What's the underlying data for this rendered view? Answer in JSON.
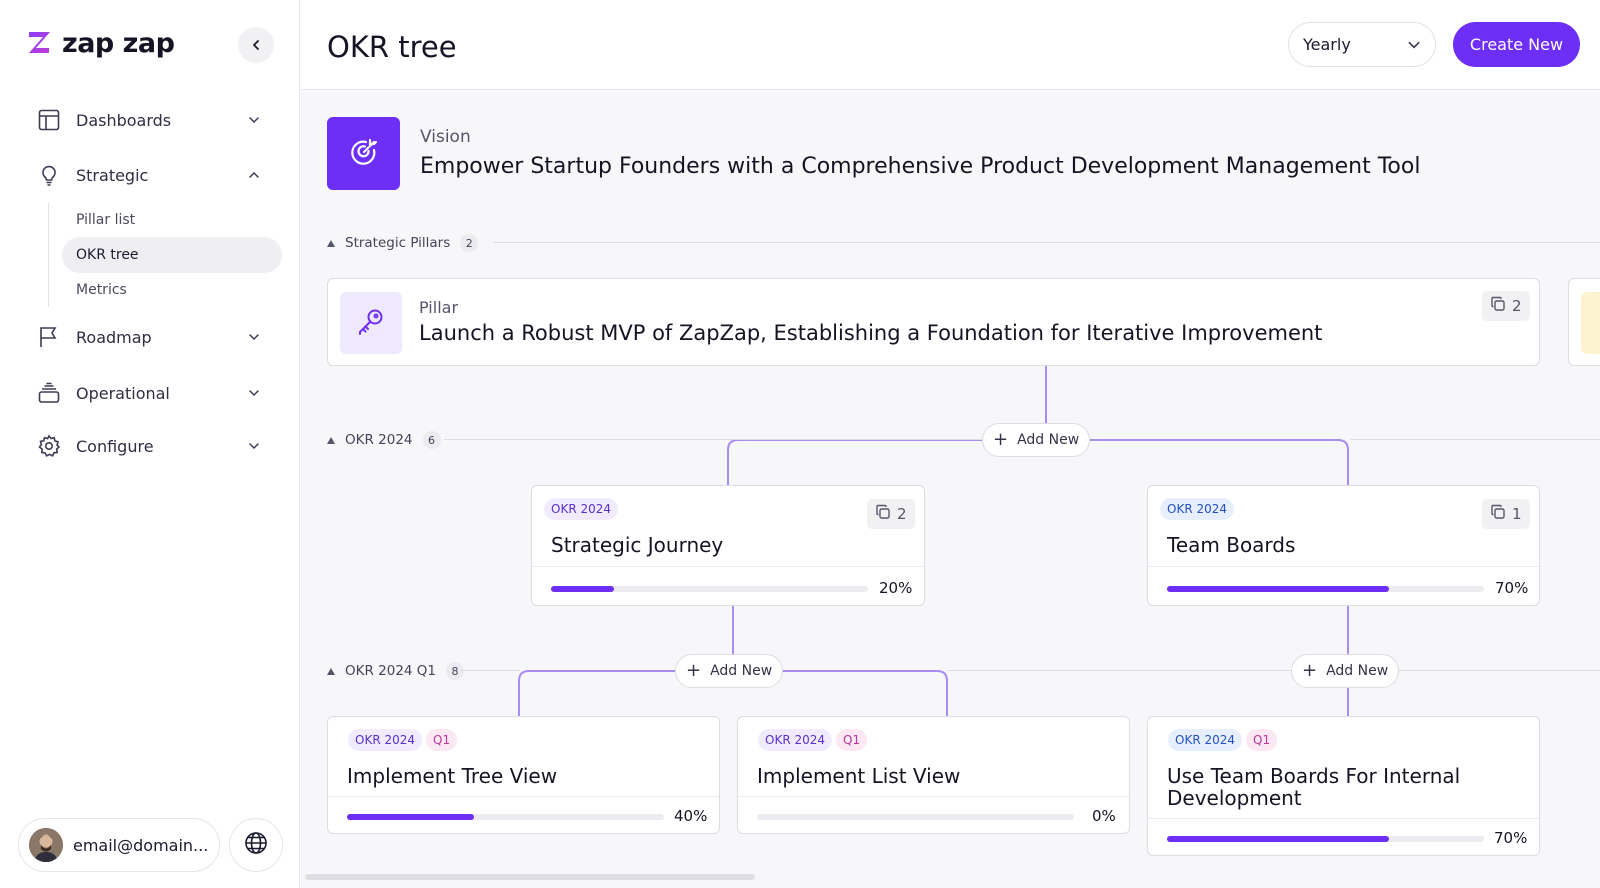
{
  "app": {
    "name": "zap zap"
  },
  "sidebar": {
    "nav": [
      {
        "label": "Dashboards"
      },
      {
        "label": "Strategic"
      },
      {
        "label": "Roadmap"
      },
      {
        "label": "Operational"
      },
      {
        "label": "Configure"
      }
    ],
    "strategic_sub": [
      {
        "label": "Pillar list"
      },
      {
        "label": "OKR tree",
        "active": true
      },
      {
        "label": "Metrics"
      }
    ],
    "user_email": "email@domain..."
  },
  "header": {
    "title": "OKR tree",
    "period_select": "Yearly",
    "create_label": "Create New"
  },
  "vision": {
    "label": "Vision",
    "title": "Empower Startup Founders with a Comprehensive Product Development Management Tool"
  },
  "sections": {
    "pillars": {
      "label": "Strategic Pillars",
      "count": "2"
    },
    "okr2024": {
      "label": "OKR 2024",
      "count": "6"
    },
    "okr2024q1": {
      "label": "OKR 2024 Q1",
      "count": "8"
    }
  },
  "pillar": {
    "label": "Pillar",
    "title": "Launch a Robust MVP of ZapZap, Establishing a Foundation for Iterative Improvement",
    "children": "2"
  },
  "add_new_label": "Add New",
  "okrs": [
    {
      "badge": "OKR 2024",
      "title": "Strategic Journey",
      "progress": 0.2,
      "progress_label": "20%",
      "children": "2"
    },
    {
      "badge": "OKR 2024",
      "title": "Team Boards",
      "progress": 0.7,
      "progress_label": "70%",
      "children": "1"
    }
  ],
  "okrs_q1": [
    {
      "badge": "OKR 2024",
      "quarter": "Q1",
      "title": "Implement Tree View",
      "progress": 0.4,
      "progress_label": "40%"
    },
    {
      "badge": "OKR 2024",
      "quarter": "Q1",
      "title": "Implement List View",
      "progress": 0.0,
      "progress_label": "0%"
    },
    {
      "badge": "OKR 2024",
      "quarter": "Q1",
      "title": "Use Team Boards For Internal Development",
      "progress": 0.7,
      "progress_label": "70%"
    }
  ],
  "colors": {
    "accent": "#6d2ef5",
    "connector": "#a98cf2"
  },
  "icons": {
    "logo": "zap-logo-icon",
    "collapse": "chevron-left-icon",
    "dashboards": "layout-icon",
    "strategic": "lightbulb-icon",
    "roadmap": "flag-icon",
    "operational": "layers-icon",
    "configure": "gear-icon",
    "globe": "globe-icon",
    "vision": "target-icon",
    "pillar": "key-icon",
    "children": "copy-icon"
  }
}
